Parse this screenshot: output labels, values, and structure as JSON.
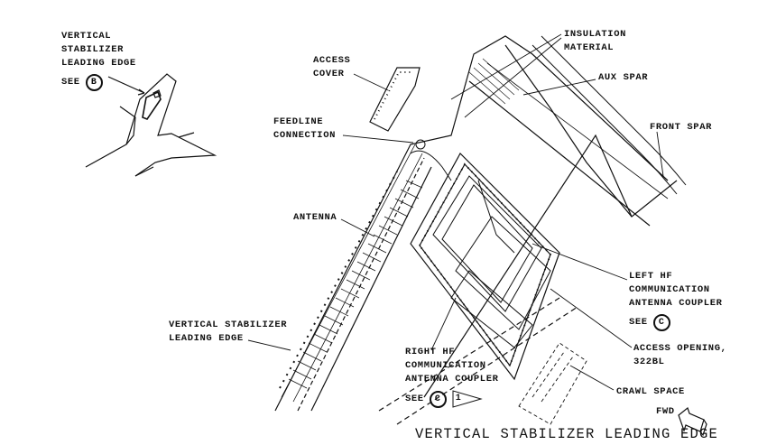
{
  "title": "VERTICAL STABILIZER LEADING EDGE",
  "callouts": {
    "locator": {
      "lines": [
        "VERTICAL",
        "STABILIZER",
        "LEADING EDGE"
      ],
      "see": "SEE",
      "ref": "B"
    },
    "access_cover": {
      "lines": [
        "ACCESS",
        "COVER"
      ]
    },
    "insulation": {
      "lines": [
        "INSULATION",
        "MATERIAL"
      ]
    },
    "aux_spar": {
      "lines": [
        "AUX SPAR"
      ]
    },
    "front_spar": {
      "lines": [
        "FRONT SPAR"
      ]
    },
    "feedline": {
      "lines": [
        "FEEDLINE",
        "CONNECTION"
      ]
    },
    "antenna": {
      "lines": [
        "ANTENNA"
      ]
    },
    "left_coupler": {
      "lines": [
        "LEFT HF",
        "COMMUNICATION",
        "ANTENNA COUPLER"
      ],
      "see": "SEE",
      "ref": "C"
    },
    "leading_edge": {
      "lines": [
        "VERTICAL STABILIZER",
        "LEADING EDGE"
      ]
    },
    "access_opening": {
      "lines": [
        "ACCESS OPENING,",
        "322BL"
      ]
    },
    "right_coupler": {
      "lines": [
        "RIGHT HF",
        "COMMUNICATION",
        "ANTENNA COUPLER"
      ],
      "see": "SEE",
      "ref": "C",
      "note": "1"
    },
    "crawl_space": {
      "lines": [
        "CRAWL SPACE"
      ]
    },
    "fwd": {
      "label": "FWD"
    }
  }
}
